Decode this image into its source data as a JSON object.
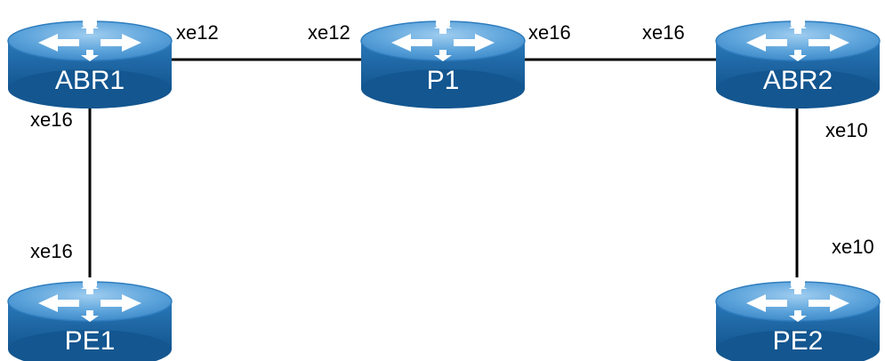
{
  "colors": {
    "router_body": "#1f6aa8",
    "router_top": "#4f97d3",
    "router_top_highlight": "#8cc2ea",
    "router_arrows": "#ffffff",
    "link": "#000000",
    "label_text": "#000000"
  },
  "routers": {
    "abr1": {
      "name": "ABR1",
      "icon": "router-icon"
    },
    "p1": {
      "name": "P1",
      "icon": "router-icon"
    },
    "abr2": {
      "name": "ABR2",
      "icon": "router-icon"
    },
    "pe1": {
      "name": "PE1",
      "icon": "router-icon"
    },
    "pe2": {
      "name": "PE2",
      "icon": "router-icon"
    }
  },
  "links": {
    "abr1_p1": {
      "a_port": "xe12",
      "b_port": "xe12"
    },
    "p1_abr2": {
      "a_port": "xe16",
      "b_port": "xe16"
    },
    "abr1_pe1": {
      "a_port": "xe16",
      "b_port": "xe16"
    },
    "abr2_pe2": {
      "a_port": "xe10",
      "b_port": "xe10"
    }
  }
}
